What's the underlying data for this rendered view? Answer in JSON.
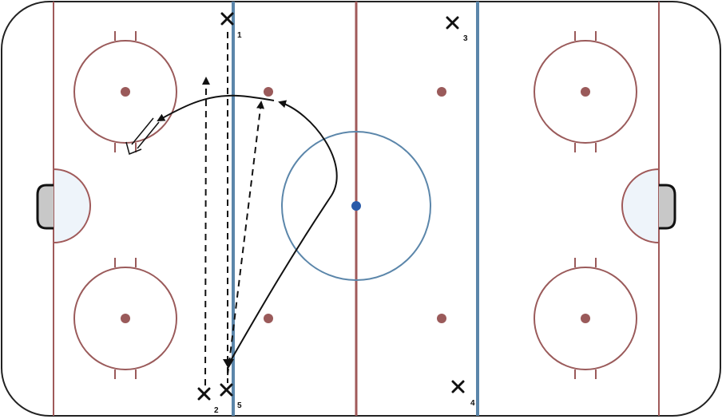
{
  "rink": {
    "board_color": "#222222",
    "goal_line_color": "#a05a5a",
    "red_line_color": "#a05a5a",
    "blue_line_color": "#5b86aa",
    "faceoff_color": "#9a5a5a",
    "center_circle_color": "#5b86aa",
    "center_dot_color": "#2a5aa8",
    "crease_fill": "#eef4fa",
    "net_fill": "#c8c8c8"
  },
  "players": [
    {
      "label": "1",
      "icon": "x-marker"
    },
    {
      "label": "2",
      "icon": "x-marker"
    },
    {
      "label": "3",
      "icon": "x-marker"
    },
    {
      "label": "4",
      "icon": "x-marker"
    },
    {
      "label": "5",
      "icon": "x-marker"
    }
  ],
  "paths": [
    {
      "kind": "pass",
      "style": "dashed"
    },
    {
      "kind": "pass",
      "style": "dashed"
    },
    {
      "kind": "skate",
      "style": "solid"
    },
    {
      "kind": "skate",
      "style": "solid"
    },
    {
      "kind": "shot",
      "style": "double"
    }
  ]
}
